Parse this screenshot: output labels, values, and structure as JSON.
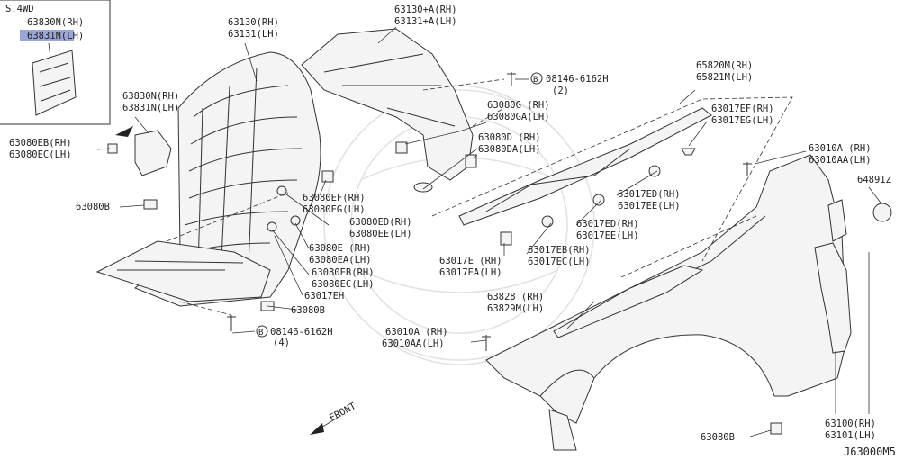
{
  "inset": {
    "title": "S.4WD",
    "label_rh": "63830N(RH)",
    "label_lh": "63831N(LH)",
    "highlight_color": "#9aa6d6"
  },
  "labels": {
    "l_63130": "63130(RH)",
    "l_63131": "63131(LH)",
    "l_63130a": "63130+A(RH)",
    "l_63131a": "63131+A(LH)",
    "l_63830n": "63830N(RH)",
    "l_63831n": "63831N(LH)",
    "l_63080eb": "63080EB(RH)",
    "l_63080ec": "63080EC(LH)",
    "l_63080b_1": "63080B",
    "l_bolt_a": "08146-6162H",
    "l_bolt_a_qty": "(2)",
    "l_63080g": "63080G (RH)",
    "l_63080ga": "63080GA(LH)",
    "l_63080d": "63080D (RH)",
    "l_63080da": "63080DA(LH)",
    "l_63080ef": "63080EF(RH)",
    "l_63080eg": "63080EG(LH)",
    "l_63080ed": "63080ED(RH)",
    "l_63080ee": "63080EE(LH)",
    "l_63080e": "63080E (RH)",
    "l_63080ea": "63080EA(LH)",
    "l_63080eb2": "63080EB(RH)",
    "l_63080ec2": "63080EC(LH)",
    "l_63017eh": "63017EH",
    "l_63080b_2": "63080B",
    "l_bolt_b": "08146-6162H",
    "l_bolt_b_qty": "(4)",
    "l_65820m": "65820M(RH)",
    "l_65821m": "65821M(LH)",
    "l_63017ef": "63017EF(RH)",
    "l_63017eg": "63017EG(LH)",
    "l_63010a_1": "63010A (RH)",
    "l_63010aa_1": "63010AA(LH)",
    "l_64891z": "64891Z",
    "l_63017ed_1": "63017ED(RH)",
    "l_63017ee_1": "63017EE(LH)",
    "l_63017ed_2": "63017ED(RH)",
    "l_63017ee_2": "63017EE(LH)",
    "l_63017e": "63017E (RH)",
    "l_63017ea": "63017EA(LH)",
    "l_63017eb": "63017EB(RH)",
    "l_63017ec": "63017EC(LH)",
    "l_63828": "63828 (RH)",
    "l_63829m": "63829M(LH)",
    "l_63010a_2": "63010A (RH)",
    "l_63010aa_2": "63010AA(LH)",
    "l_63100": "63100(RH)",
    "l_63101": "63101(LH)",
    "l_63080b_3": "63080B",
    "front": "FRONT",
    "bolt_symbol": "B",
    "diagram_code": "J63000M5"
  }
}
